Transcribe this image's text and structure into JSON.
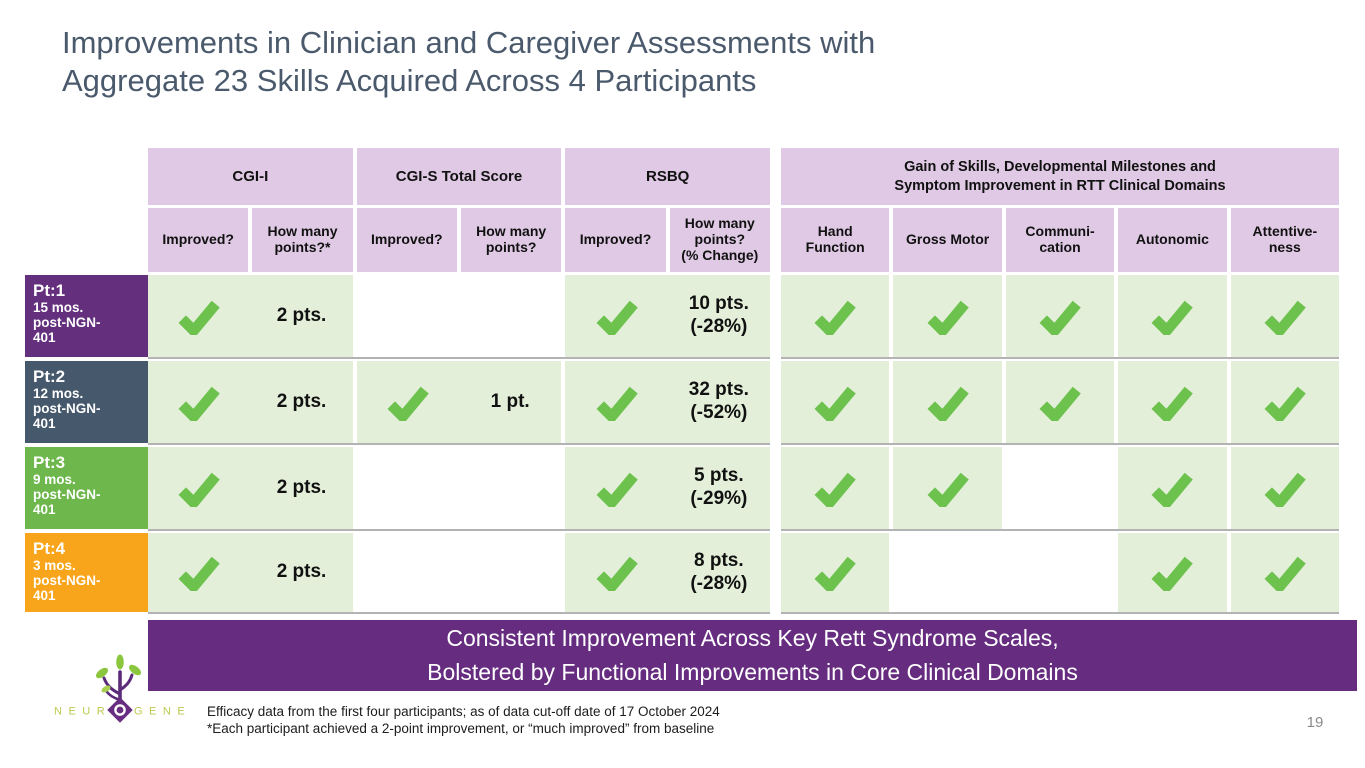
{
  "slide": {
    "title": "Improvements in Clinician and Caregiver Assessments with\nAggregate 23 Skills Acquired Across 4 Participants",
    "banner": "Consistent Improvement Across Key Rett Syndrome Scales,\nBolstered by Functional Improvements in Core Clinical Domains",
    "footnote_line1": "Efficacy data from the first four participants; as of data cut-off date of 17 October 2024",
    "footnote_line2": "*Each participant achieved a 2-point improvement, or “much improved” from baseline",
    "page_number": "19",
    "logo_text_left": "NEUR",
    "logo_text_right": "GENE"
  },
  "colors": {
    "header_lavender": "#dfc9e4",
    "body_green": "#e3efd9",
    "check_green": "#6dc24e",
    "pt1_purple": "#64307e",
    "pt2_slate": "#46586c",
    "pt3_green": "#6db74d",
    "pt4_orange": "#f9a51b",
    "banner_purple": "#662c80",
    "title_gray_blue": "#4a5a6c",
    "logo_text_green": "#bec94f",
    "logo_tree_purple": "#5b2a7a",
    "logo_leaf_green": "#8cc63e"
  },
  "table": {
    "groups": [
      {
        "label": "CGI-I",
        "sub": [
          "Improved?",
          "How many\npoints?*"
        ]
      },
      {
        "label": "CGI-S Total Score",
        "sub": [
          "Improved?",
          "How many\npoints?"
        ]
      },
      {
        "label": "RSBQ",
        "sub": [
          "Improved?",
          "How many\npoints?\n(% Change)"
        ]
      }
    ],
    "domains_group_label": "Gain of Skills, Developmental Milestones and\nSymptom Improvement in RTT Clinical Domains",
    "domain_columns": [
      "Hand\nFunction",
      "Gross Motor",
      "Communi-\ncation",
      "Autonomic",
      "Attentive-\nness"
    ],
    "rows": [
      {
        "id": "Pt:1",
        "subtitle": "15 mos.\npost-NGN-\n401",
        "cgi_i": {
          "improved": true,
          "points": "2 pts."
        },
        "cgi_s": {
          "improved": false,
          "points": ""
        },
        "rsbq": {
          "improved": true,
          "points": "10 pts.\n(-28%)"
        },
        "domains": [
          true,
          true,
          true,
          true,
          true
        ]
      },
      {
        "id": "Pt:2",
        "subtitle": "12 mos.\npost-NGN-\n401",
        "cgi_i": {
          "improved": true,
          "points": "2 pts."
        },
        "cgi_s": {
          "improved": true,
          "points": "1 pt."
        },
        "rsbq": {
          "improved": true,
          "points": "32 pts.\n(-52%)"
        },
        "domains": [
          true,
          true,
          true,
          true,
          true
        ]
      },
      {
        "id": "Pt:3",
        "subtitle": "9 mos.\npost-NGN-\n401",
        "cgi_i": {
          "improved": true,
          "points": "2 pts."
        },
        "cgi_s": {
          "improved": false,
          "points": ""
        },
        "rsbq": {
          "improved": true,
          "points": "5 pts.\n(-29%)"
        },
        "domains": [
          true,
          true,
          false,
          true,
          true
        ]
      },
      {
        "id": "Pt:4",
        "subtitle": "3 mos.\npost-NGN-\n401",
        "cgi_i": {
          "improved": true,
          "points": "2 pts."
        },
        "cgi_s": {
          "improved": false,
          "points": ""
        },
        "rsbq": {
          "improved": true,
          "points": "8 pts.\n(-28%)"
        },
        "domains": [
          true,
          false,
          false,
          true,
          true
        ]
      }
    ]
  }
}
